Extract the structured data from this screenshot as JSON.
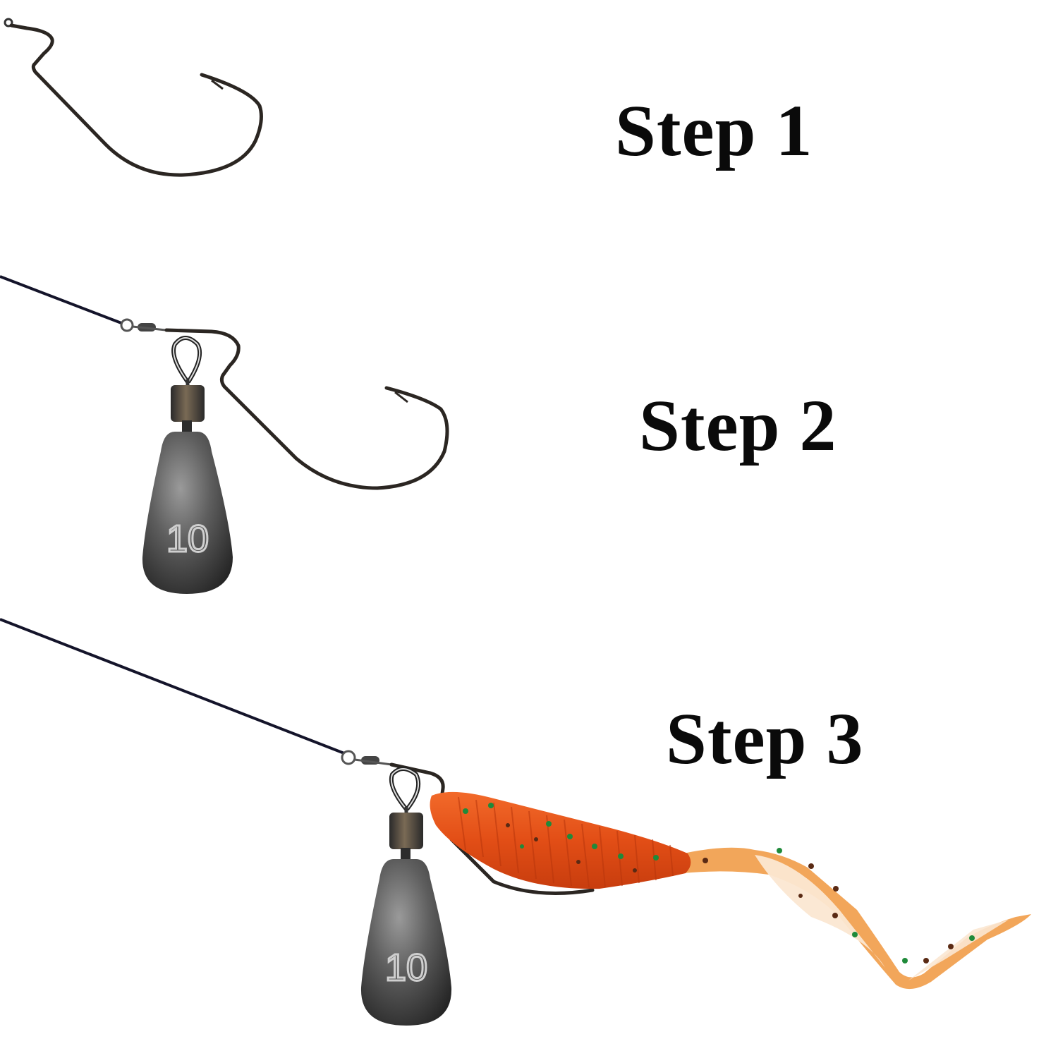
{
  "steps": [
    {
      "label": "Step 1",
      "components": [
        "offset-worm-hook"
      ]
    },
    {
      "label": "Step 2",
      "components": [
        "fishing-line",
        "swivel",
        "sinker-weight",
        "offset-worm-hook"
      ],
      "sinker_marking": "10"
    },
    {
      "label": "Step 3",
      "components": [
        "fishing-line",
        "swivel",
        "sinker-weight",
        "offset-worm-hook",
        "curly-tail-soft-worm"
      ],
      "sinker_marking": "10"
    }
  ],
  "colors": {
    "background": "#ffffff",
    "text": "#0a0a0a",
    "line": "#14142a",
    "hook": "#2b2622",
    "sinker": "#4a4a4a",
    "worm_body": "#e8531c",
    "worm_tail": "#f2a65a",
    "worm_tail_light": "#fbe7d2",
    "flake_green": "#1f8a3a",
    "flake_brown": "#5a2a14"
  }
}
